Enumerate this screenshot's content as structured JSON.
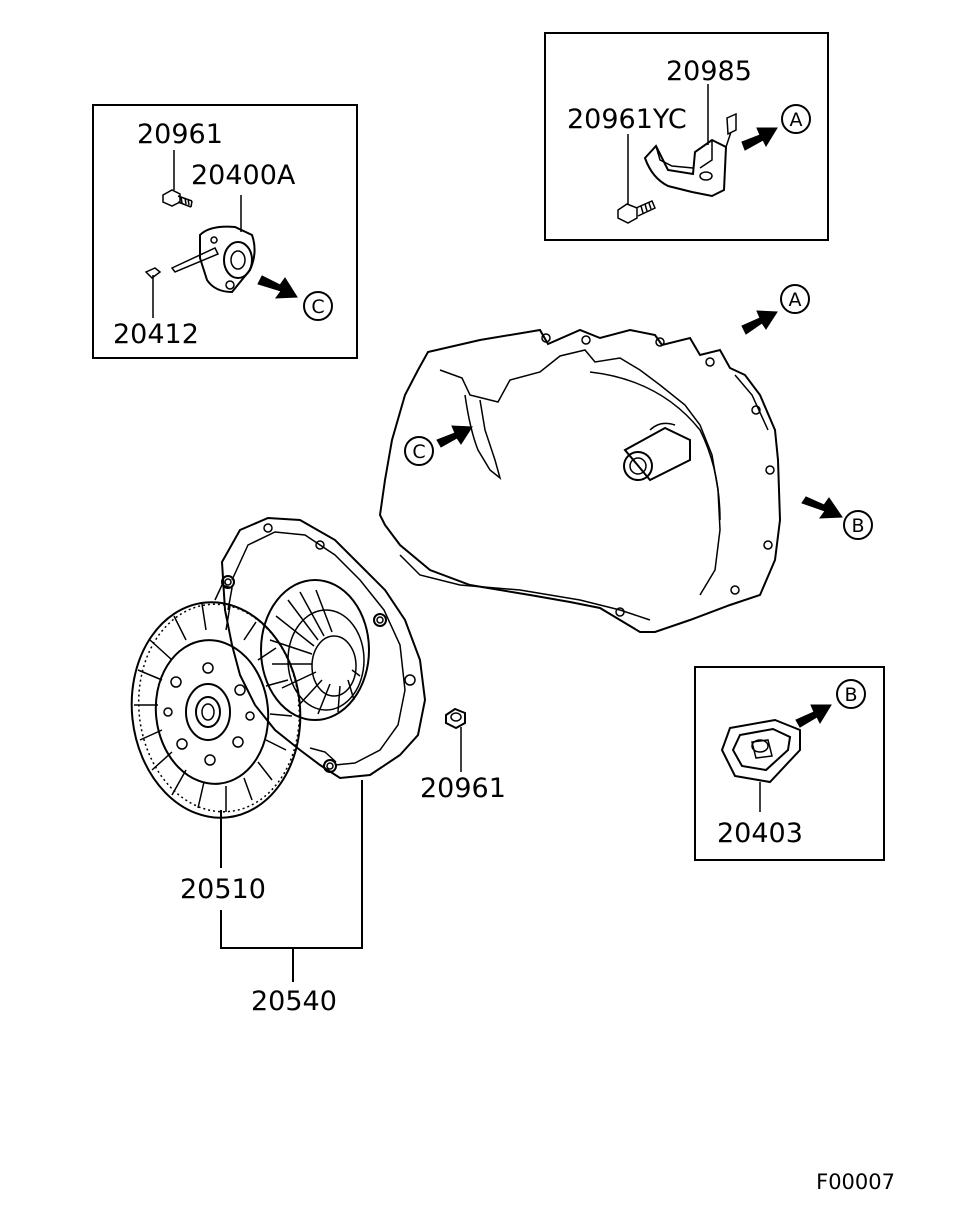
{
  "part_numbers": {
    "p20961_top": "20961",
    "p20400a": "20400A",
    "p20412": "20412",
    "p20985": "20985",
    "p20961yc": "20961YC",
    "p20961_mid": "20961",
    "p20510": "20510",
    "p20540": "20540",
    "p20403": "20403"
  },
  "reference_letters": {
    "a1": "A",
    "a2": "A",
    "b1": "B",
    "b2": "B",
    "c1": "C",
    "c2": "C"
  },
  "figure_code": "F00007"
}
